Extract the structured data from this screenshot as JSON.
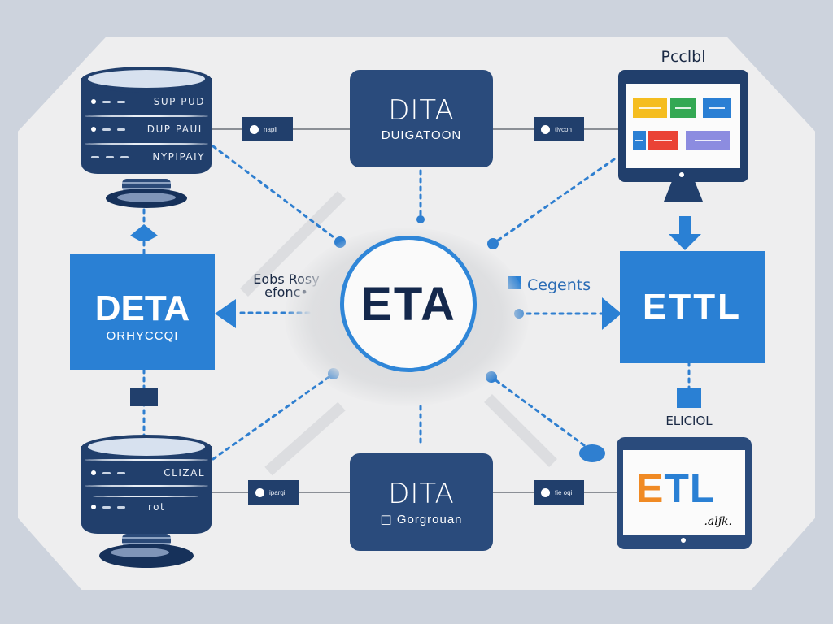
{
  "colors": {
    "background": "#cdd3dd",
    "panel": "#eeeeef",
    "navy": "#213f6c",
    "process_box": "#2a4b7c",
    "accent_blue": "#2a80d4",
    "hub_ring": "#2f86d8",
    "hub_text": "#14284c",
    "etl_orange": "#f08a24",
    "etl_blue": "#2a80d4"
  },
  "nodes": {
    "db_top": {
      "rows": [
        "SUP PUD",
        "DUP PAUL",
        "NYPIPAIY"
      ]
    },
    "chip_top_left": {
      "label": "napli"
    },
    "process_top": {
      "title": "DITA",
      "subtitle": "DUIGATOON"
    },
    "chip_top_right": {
      "label": "tivcon"
    },
    "monitor": {
      "caption": "Pcclbl",
      "tiles": [
        {
          "color": "#f5bd1f"
        },
        {
          "color": "#34a853"
        },
        {
          "color": "#2a7fd4"
        },
        {
          "color": "#2a7fd4"
        },
        {
          "color": "#ea4335"
        },
        {
          "color": "#8c8ce0"
        }
      ]
    },
    "left_box": {
      "title": "DETA",
      "subtitle": "ORHYCCQI"
    },
    "left_note": {
      "line1": "Eobs Rosy",
      "line2": "efonc•"
    },
    "hub": {
      "label": "ETA"
    },
    "right_note": {
      "label": "Cegents"
    },
    "right_box": {
      "title": "ETTL"
    },
    "right_caption": {
      "label": "ELICIOL"
    },
    "db_bottom": {
      "rows": [
        "CLIZAL",
        "rot"
      ]
    },
    "chip_bottom_left": {
      "label": "ipargi"
    },
    "process_bottom": {
      "title": "DITA",
      "subtitle": "Gorgrouan"
    },
    "chip_bottom_right": {
      "label": "fie oqi"
    },
    "tablet": {
      "title_part1": "E",
      "title_part2": "TL",
      "signature": ".aljk."
    }
  }
}
